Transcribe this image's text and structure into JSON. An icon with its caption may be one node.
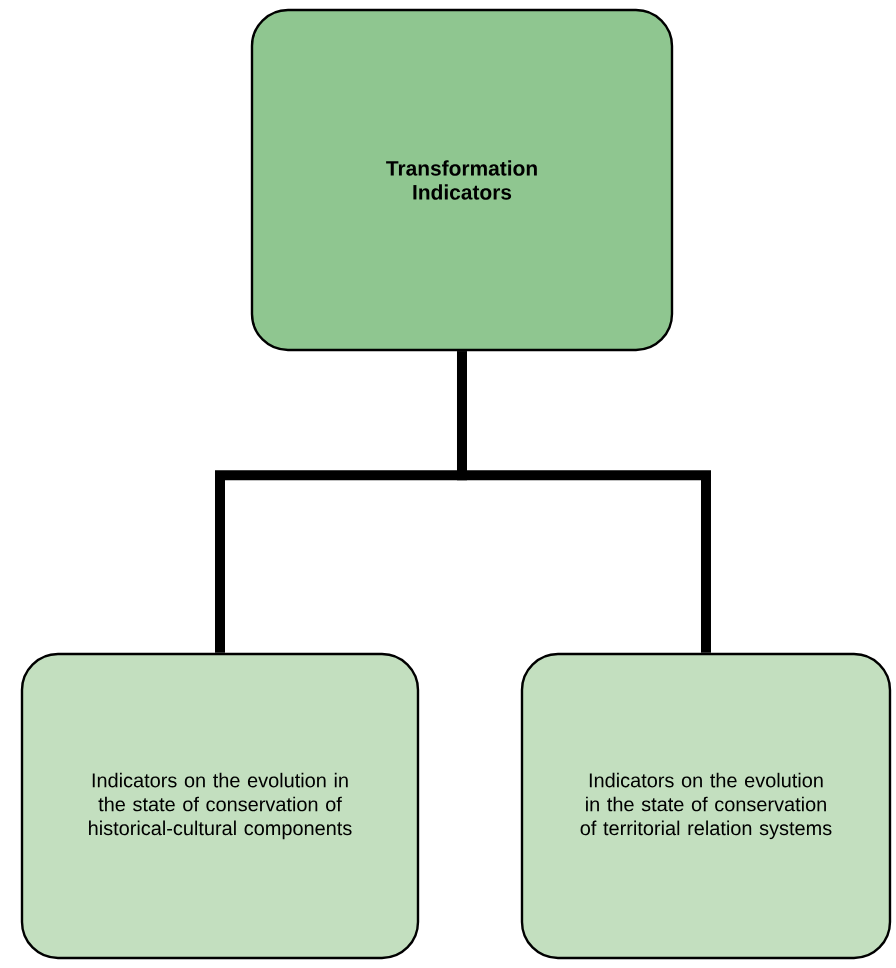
{
  "diagram": {
    "nodes": [
      {
        "text": [
          "Transformation Indicators"
        ]
      },
      {
        "text": [
          "Indicators on the evolution in the state of conservation of historical-cultural components"
        ]
      },
      {
        "text": [
          "Indicators on the evolution in the state of conservation of territorial relation systems"
        ]
      }
    ],
    "edges": [
      {
        "from": 0,
        "to": 1,
        "arrow": "none"
      },
      {
        "from": 0,
        "to": 2,
        "arrow": "none"
      }
    ]
  }
}
